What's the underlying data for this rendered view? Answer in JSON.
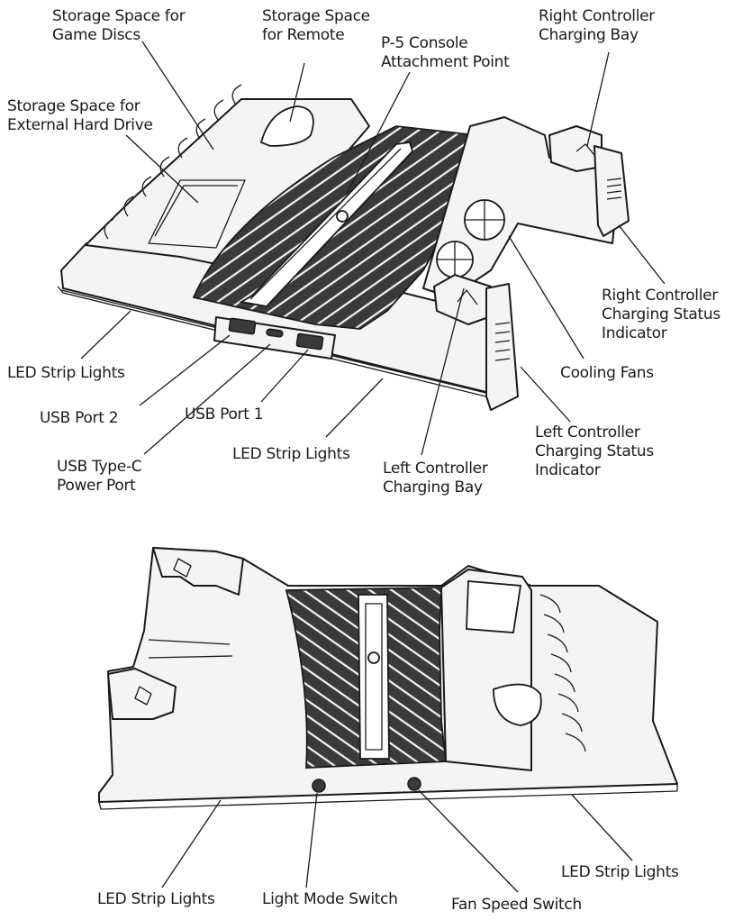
{
  "top_view": {
    "labels": {
      "storage_discs": [
        "Storage Space for",
        "Game Discs"
      ],
      "storage_remote": [
        "Storage Space",
        "for Remote"
      ],
      "console_attach": [
        "P-5 Console",
        "Attachment Point"
      ],
      "right_bay": [
        "Right Controller",
        "Charging Bay"
      ],
      "storage_hdd": [
        "Storage Space for",
        "External Hard Drive"
      ],
      "right_status": [
        "Right Controller",
        "Charging Status",
        "Indicator"
      ],
      "led_left": [
        "LED Strip Lights"
      ],
      "cooling_fans": [
        "Cooling Fans"
      ],
      "usb2": [
        "USB Port 2"
      ],
      "usb1": [
        "USB Port 1"
      ],
      "left_status": [
        "Left Controller",
        "Charging Status",
        "Indicator"
      ],
      "usbc": [
        "USB Type-C",
        "Power Port"
      ],
      "led_front": [
        "LED Strip Lights"
      ],
      "left_bay": [
        "Left Controller",
        "Charging Bay"
      ]
    }
  },
  "bottom_view": {
    "labels": {
      "led_left": [
        "LED Strip Lights"
      ],
      "light_mode": [
        "Light Mode Switch"
      ],
      "fan_speed": [
        "Fan Speed Switch"
      ],
      "led_right": [
        "LED Strip Lights"
      ]
    }
  }
}
